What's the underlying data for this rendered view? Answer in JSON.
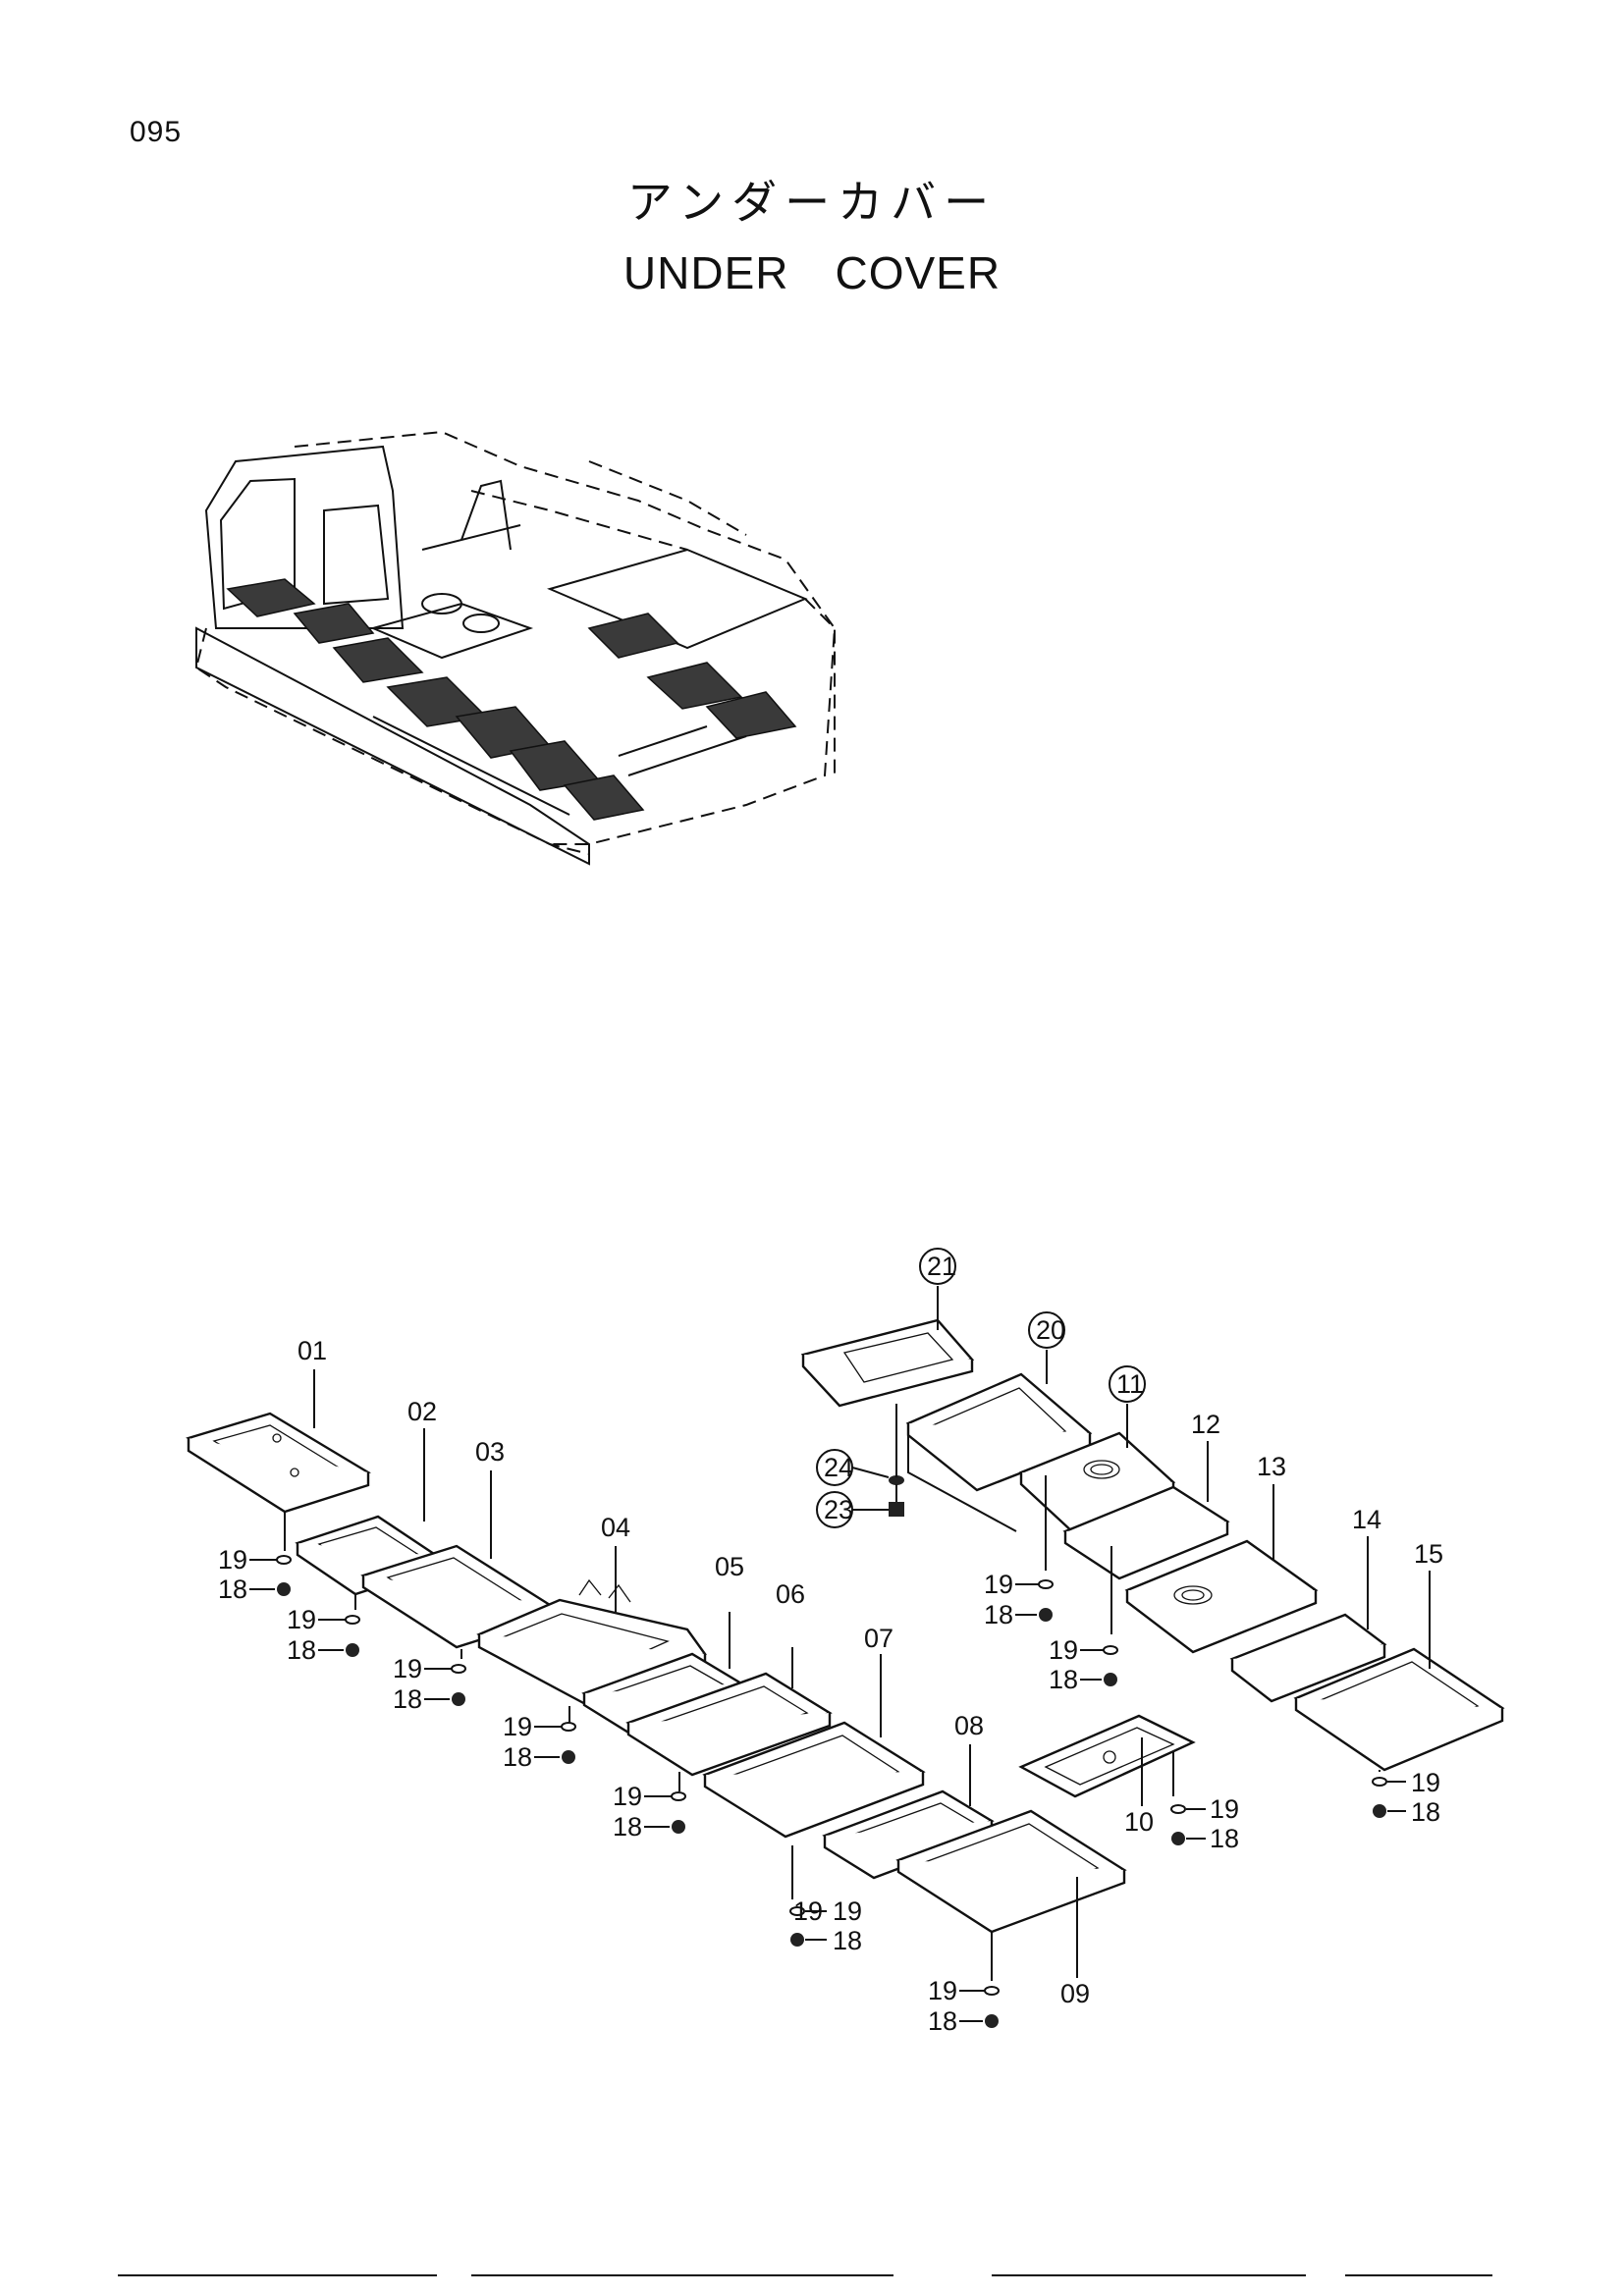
{
  "page_number": "095",
  "title_japanese": "アンダーカバー",
  "title_english": "UNDER　COVER",
  "part_labels": [
    "01",
    "02",
    "03",
    "04",
    "05",
    "06",
    "07",
    "08",
    "09",
    "10",
    "11",
    "12",
    "13",
    "14",
    "15",
    "18",
    "19",
    "20",
    "21",
    "23",
    "24"
  ],
  "circled_parts": [
    "20",
    "21",
    "23",
    "24",
    "11"
  ],
  "fastener_labels": {
    "washer": "19",
    "bolt": "18"
  }
}
